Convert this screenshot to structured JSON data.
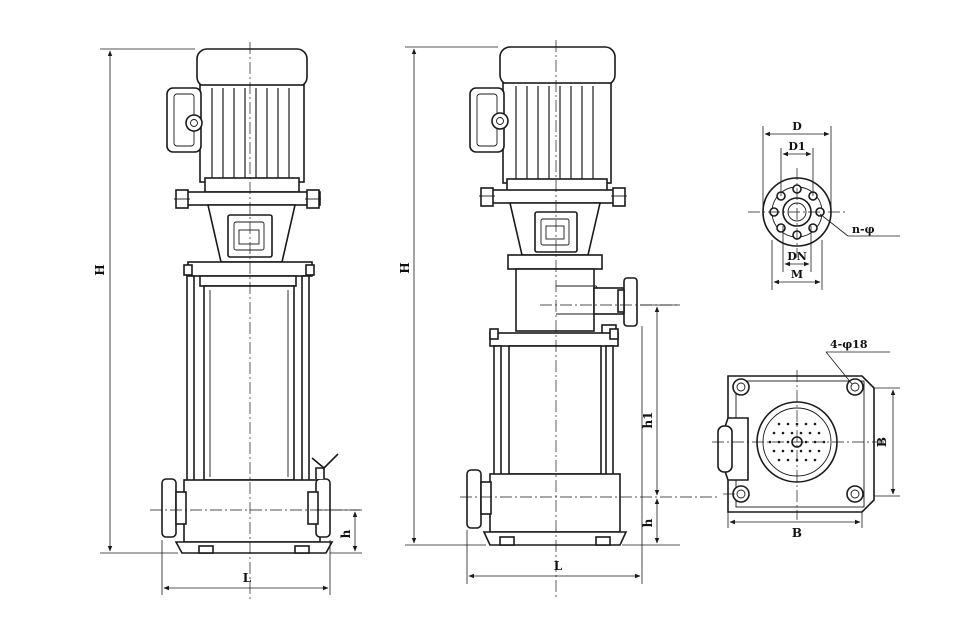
{
  "labels": {
    "height_total": "H",
    "height_outlet": "h1",
    "height_inlet": "h",
    "length": "L",
    "flange_outer": "D",
    "flange_bolt_circle": "D1",
    "flange_nominal": "DN",
    "flange_raised_face": "M",
    "flange_holes": "n-φ",
    "base_holes": "4-φ18",
    "base_width": "B",
    "base_depth": "B"
  }
}
